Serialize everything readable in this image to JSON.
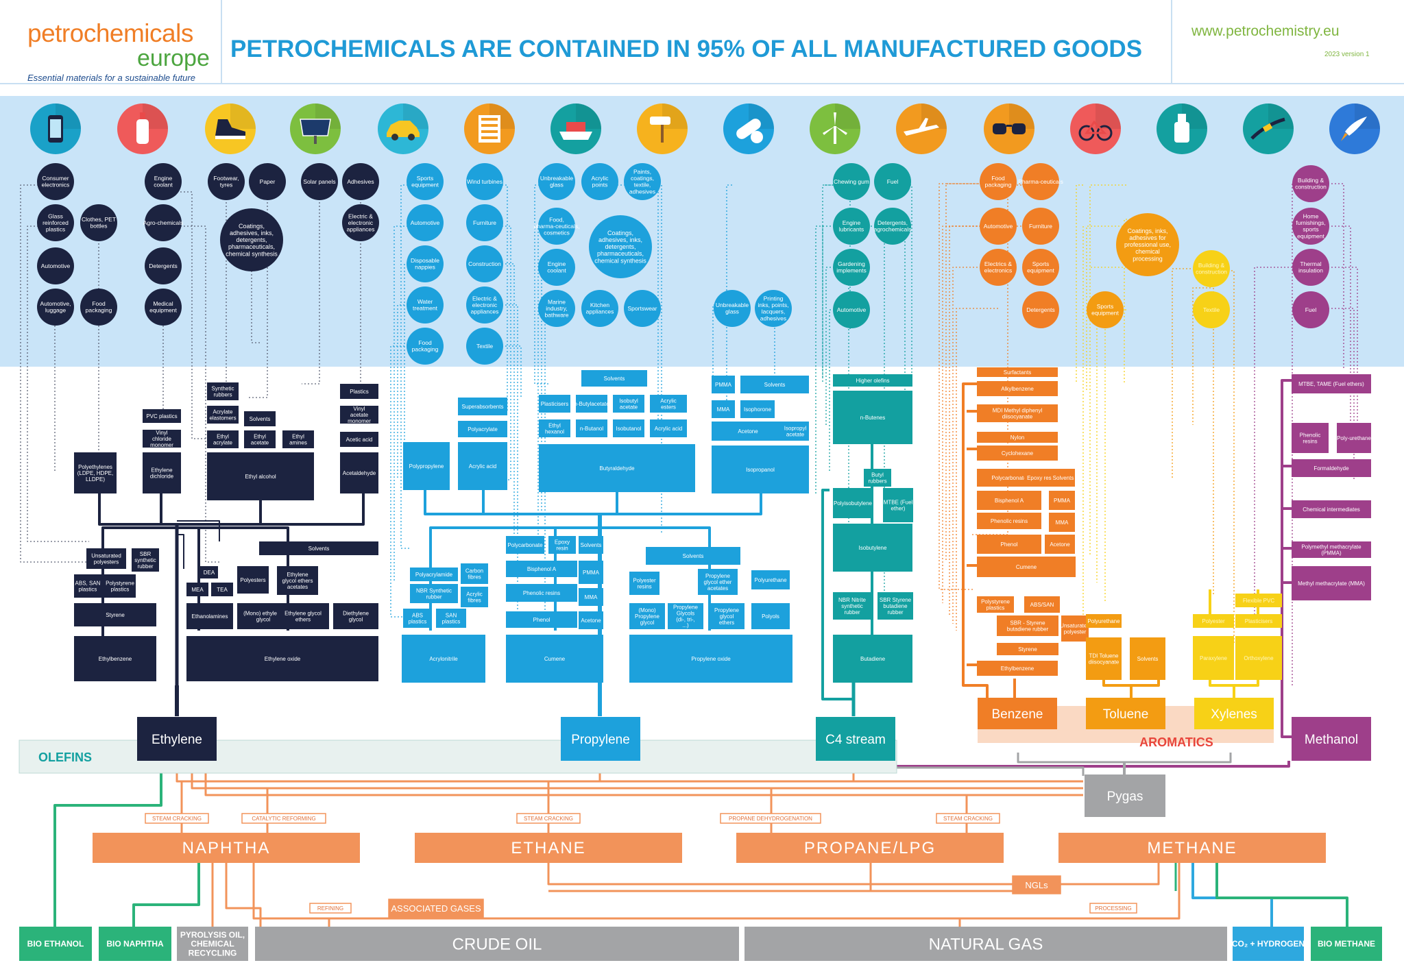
{
  "header": {
    "logo_line1": "petrochemicals",
    "logo_line2": "europe",
    "tagline": "Essential materials for a sustainable future",
    "title": "PETROCHEMICALS ARE CONTAINED IN 95% OF ALL MANUFACTURED GOODS",
    "url": "www.petrochemistry.eu",
    "version": "2023 version 1"
  },
  "colors": {
    "navy": "#1c2340",
    "blue": "#1da1dc",
    "teal": "#13a0a0",
    "orange": "#f07e26",
    "amber": "#f39c12",
    "yellow": "#f7d117",
    "purple": "#9e3f8a",
    "salmon": "#f2935a",
    "grey": "#a3a4a6",
    "green": "#2bb37a",
    "band": "#cfe6f7"
  },
  "icons": [
    "phone-icon",
    "bottle-icon",
    "sneaker-icon",
    "solar-panel-icon",
    "car-icon",
    "building-icon",
    "ship-icon",
    "paint-roller-icon",
    "pill-icon",
    "wind-turbine-icon",
    "airplane-icon",
    "glasses-icon",
    "bicycle-icon",
    "medicine-bottle-icon",
    "cable-icon",
    "rocket-icon"
  ],
  "apps": [
    {
      "text": "Consumer electronics",
      "c": "navy"
    },
    {
      "text": "Glass reinforced plastics",
      "c": "navy"
    },
    {
      "text": "Clothes, PET bottles",
      "c": "navy"
    },
    {
      "text": "Automotive",
      "c": "navy"
    },
    {
      "text": "Automotive, luggage",
      "c": "navy"
    },
    {
      "text": "Food packaging",
      "c": "navy"
    },
    {
      "text": "Engine coolant",
      "c": "navy"
    },
    {
      "text": "Agro-chemicals",
      "c": "navy"
    },
    {
      "text": "Detergents",
      "c": "navy"
    },
    {
      "text": "Medical equipment",
      "c": "navy"
    },
    {
      "text": "Footwear, tyres",
      "c": "navy"
    },
    {
      "text": "Paper",
      "c": "navy"
    },
    {
      "text": "Solar panels",
      "c": "navy"
    },
    {
      "text": "Adhesives",
      "c": "navy"
    },
    {
      "text": "Coatings, adhesives, inks, detergents, pharmaceuticals, chemical synthesis",
      "c": "navy"
    },
    {
      "text": "Electric & electronic appliances",
      "c": "navy"
    },
    {
      "text": "Sports equipment",
      "c": "blue"
    },
    {
      "text": "Automotive",
      "c": "blue"
    },
    {
      "text": "Disposable nappies",
      "c": "blue"
    },
    {
      "text": "Water treatment",
      "c": "blue"
    },
    {
      "text": "Food packaging",
      "c": "blue"
    },
    {
      "text": "Wind turbines",
      "c": "blue"
    },
    {
      "text": "Furniture",
      "c": "blue"
    },
    {
      "text": "Construction",
      "c": "blue"
    },
    {
      "text": "Electric & electronic appliances",
      "c": "blue"
    },
    {
      "text": "Textile",
      "c": "blue"
    },
    {
      "text": "Unbreakable glass",
      "c": "blue"
    },
    {
      "text": "Acrylic points",
      "c": "blue"
    },
    {
      "text": "Paints, coatings, textile, adhesives",
      "c": "blue"
    },
    {
      "text": "Food, pharma-ceuticals, cosmetics",
      "c": "blue"
    },
    {
      "text": "Coatings, adhesives, inks, detergents, pharmaceuticals, chemical synthesis",
      "c": "blue"
    },
    {
      "text": "Engine coolant",
      "c": "blue"
    },
    {
      "text": "Marine industry, bathware",
      "c": "blue"
    },
    {
      "text": "Kitchen appliances",
      "c": "blue"
    },
    {
      "text": "Sportswear",
      "c": "blue"
    },
    {
      "text": "Unbreakable glass",
      "c": "blue"
    },
    {
      "text": "Printing inks, points, lacquers, adhesives",
      "c": "blue"
    },
    {
      "text": "Chewing gum",
      "c": "teal"
    },
    {
      "text": "Fuel",
      "c": "teal"
    },
    {
      "text": "Engine lubricants",
      "c": "teal"
    },
    {
      "text": "Detergents, agrochemicals",
      "c": "teal"
    },
    {
      "text": "Gardening implements",
      "c": "teal"
    },
    {
      "text": "Automotive",
      "c": "teal"
    },
    {
      "text": "Food packaging",
      "c": "orange"
    },
    {
      "text": "Pharma-ceuticals",
      "c": "orange"
    },
    {
      "text": "Automotive",
      "c": "orange"
    },
    {
      "text": "Furniture",
      "c": "orange"
    },
    {
      "text": "Electrics & electronics",
      "c": "orange"
    },
    {
      "text": "Sports equipment",
      "c": "orange"
    },
    {
      "text": "Detergents",
      "c": "orange"
    },
    {
      "text": "Sports equipment",
      "c": "amber"
    },
    {
      "text": "Coatings, inks, adhesives for professional use, chemical processing",
      "c": "amber"
    },
    {
      "text": "Building & construction",
      "c": "yellow"
    },
    {
      "text": "Textile",
      "c": "yellow"
    },
    {
      "text": "Building & construction",
      "c": "purple"
    },
    {
      "text": "Home furnishings, sports equipment",
      "c": "purple"
    },
    {
      "text": "Thermal insulation",
      "c": "purple"
    },
    {
      "text": "Fuel",
      "c": "purple"
    }
  ],
  "products": [
    {
      "text": "Polyethylenes (LDPE, HDPE, LLDPE)",
      "c": "navy"
    },
    {
      "text": "PVC plastics",
      "c": "navy"
    },
    {
      "text": "Vinyl chloride monomer",
      "c": "navy"
    },
    {
      "text": "Ethylene dichloride",
      "c": "navy"
    },
    {
      "text": "Synthetic rubbers",
      "c": "navy"
    },
    {
      "text": "Acrylate elastomers",
      "c": "navy"
    },
    {
      "text": "Solvents",
      "c": "navy"
    },
    {
      "text": "Ethyl acrylate",
      "c": "navy"
    },
    {
      "text": "Ethyl acetate",
      "c": "navy"
    },
    {
      "text": "Ethyl amines",
      "c": "navy"
    },
    {
      "text": "Ethyl alcohol",
      "c": "navy"
    },
    {
      "text": "Plastics",
      "c": "navy"
    },
    {
      "text": "Vinyl acetate monomer",
      "c": "navy"
    },
    {
      "text": "Acetic acid",
      "c": "navy"
    },
    {
      "text": "Acetaldehyde",
      "c": "navy"
    },
    {
      "text": "Unsaturated polyesters",
      "c": "navy"
    },
    {
      "text": "SBR synthetic rubber",
      "c": "navy"
    },
    {
      "text": "ABS, SAN plastics",
      "c": "navy"
    },
    {
      "text": "Polystyrene plastics",
      "c": "navy"
    },
    {
      "text": "Styrene",
      "c": "navy"
    },
    {
      "text": "Ethylbenzene",
      "c": "navy"
    },
    {
      "text": "Solvents",
      "c": "navy"
    },
    {
      "text": "DEA",
      "c": "navy"
    },
    {
      "text": "MEA",
      "c": "navy"
    },
    {
      "text": "TEA",
      "c": "navy"
    },
    {
      "text": "Ethanolamines",
      "c": "navy"
    },
    {
      "text": "Polyesters",
      "c": "navy"
    },
    {
      "text": "Ethylene glycol ethers acetates",
      "c": "navy"
    },
    {
      "text": "(Mono) ethylene glycol",
      "c": "navy"
    },
    {
      "text": "Ethylene glycol ethers",
      "c": "navy"
    },
    {
      "text": "Diethylene glycol",
      "c": "navy"
    },
    {
      "text": "Ethylene oxide",
      "c": "navy"
    },
    {
      "text": "Polypropylene",
      "c": "blue"
    },
    {
      "text": "Superabsorbents",
      "c": "blue"
    },
    {
      "text": "Polyacrylate",
      "c": "blue"
    },
    {
      "text": "Acrylic acid",
      "c": "blue"
    },
    {
      "text": "Solvents",
      "c": "blue"
    },
    {
      "text": "Plasticisers",
      "c": "blue"
    },
    {
      "text": "n-Butylacetate",
      "c": "blue"
    },
    {
      "text": "Isobutyl acetate",
      "c": "blue"
    },
    {
      "text": "Acrylic esters",
      "c": "blue"
    },
    {
      "text": "Ethyl hexanol",
      "c": "blue"
    },
    {
      "text": "n-Butanol",
      "c": "blue"
    },
    {
      "text": "Isobutanol",
      "c": "blue"
    },
    {
      "text": "Acrylic acid",
      "c": "blue"
    },
    {
      "text": "Butyraldehyde",
      "c": "blue"
    },
    {
      "text": "PMMA",
      "c": "blue"
    },
    {
      "text": "Solvents",
      "c": "blue"
    },
    {
      "text": "MMA",
      "c": "blue"
    },
    {
      "text": "Isophorone",
      "c": "blue"
    },
    {
      "text": "Acetone",
      "c": "blue"
    },
    {
      "text": "Isopropyl acetate",
      "c": "blue"
    },
    {
      "text": "Isopropanol",
      "c": "blue"
    },
    {
      "text": "Polyacrylamide",
      "c": "blue"
    },
    {
      "text": "Carbon fibres",
      "c": "blue"
    },
    {
      "text": "NBR Synthetic rubber",
      "c": "blue"
    },
    {
      "text": "Acrylic fibres",
      "c": "blue"
    },
    {
      "text": "ABS plastics",
      "c": "blue"
    },
    {
      "text": "SAN plastics",
      "c": "blue"
    },
    {
      "text": "Acrylonitrile",
      "c": "blue"
    },
    {
      "text": "Polycarbonate",
      "c": "blue"
    },
    {
      "text": "Epoxy resin",
      "c": "blue"
    },
    {
      "text": "Solvents",
      "c": "blue"
    },
    {
      "text": "Bisphenol A",
      "c": "blue"
    },
    {
      "text": "PMMA",
      "c": "blue"
    },
    {
      "text": "Phenolic resins",
      "c": "blue"
    },
    {
      "text": "MMA",
      "c": "blue"
    },
    {
      "text": "Phenol",
      "c": "blue"
    },
    {
      "text": "Acetone",
      "c": "blue"
    },
    {
      "text": "Cumene",
      "c": "blue"
    },
    {
      "text": "Solvents",
      "c": "blue"
    },
    {
      "text": "Polyester resins",
      "c": "blue"
    },
    {
      "text": "Propylene glycol ether acetates",
      "c": "blue"
    },
    {
      "text": "Polyurethane",
      "c": "blue"
    },
    {
      "text": "(Mono) Propylene glycol",
      "c": "blue"
    },
    {
      "text": "Propylene Glycols (di-, tri-, ...)",
      "c": "blue"
    },
    {
      "text": "Propylene glycol ethers",
      "c": "blue"
    },
    {
      "text": "Polyols",
      "c": "blue"
    },
    {
      "text": "Propylene oxide",
      "c": "blue"
    },
    {
      "text": "Higher olefins",
      "c": "teal"
    },
    {
      "text": "n-Butenes",
      "c": "teal"
    },
    {
      "text": "Butyl rubbers",
      "c": "teal"
    },
    {
      "text": "Polyisobutylene",
      "c": "teal"
    },
    {
      "text": "MTBE (Fuel ether)",
      "c": "teal"
    },
    {
      "text": "Isobutylene",
      "c": "teal"
    },
    {
      "text": "NBR Nitrite synthetic rubber",
      "c": "teal"
    },
    {
      "text": "SBR Styrene butadiene rubber",
      "c": "teal"
    },
    {
      "text": "Butadiene",
      "c": "teal"
    },
    {
      "text": "Surfactants",
      "c": "orange"
    },
    {
      "text": "Alkylbenzene",
      "c": "orange"
    },
    {
      "text": "MDI Methyl diphenyl diisocyanate",
      "c": "orange"
    },
    {
      "text": "Nylon",
      "c": "orange"
    },
    {
      "text": "Cyclohexane",
      "c": "orange"
    },
    {
      "text": "Polycarbonate",
      "c": "orange"
    },
    {
      "text": "Epoxy resin",
      "c": "orange"
    },
    {
      "text": "Solvents",
      "c": "orange"
    },
    {
      "text": "Bisphenol A",
      "c": "orange"
    },
    {
      "text": "PMMA",
      "c": "orange"
    },
    {
      "text": "Phenolic resins",
      "c": "orange"
    },
    {
      "text": "MMA",
      "c": "orange"
    },
    {
      "text": "Phenol",
      "c": "orange"
    },
    {
      "text": "Acetone",
      "c": "orange"
    },
    {
      "text": "Cumene",
      "c": "orange"
    },
    {
      "text": "Polystyrene plastics",
      "c": "orange"
    },
    {
      "text": "ABS/SAN",
      "c": "orange"
    },
    {
      "text": "SBR - Styrene butadiene rubber",
      "c": "orange"
    },
    {
      "text": "Unsaturated polyester",
      "c": "orange"
    },
    {
      "text": "Styrene",
      "c": "orange"
    },
    {
      "text": "Ethylbenzene",
      "c": "orange"
    },
    {
      "text": "Polyurethane",
      "c": "amber"
    },
    {
      "text": "TDI Toluene diisocyanate",
      "c": "amber"
    },
    {
      "text": "Solvents",
      "c": "amber"
    },
    {
      "text": "Flexible PVC",
      "c": "yellow"
    },
    {
      "text": "Polyester",
      "c": "yellow"
    },
    {
      "text": "Plasticisers",
      "c": "yellow"
    },
    {
      "text": "Paraxylene",
      "c": "yellow"
    },
    {
      "text": "Orthoxylene",
      "c": "yellow"
    },
    {
      "text": "MTBE, TAME (Fuel ethers)",
      "c": "purple"
    },
    {
      "text": "Phenolic resins",
      "c": "purple"
    },
    {
      "text": "Poly-urethane",
      "c": "purple"
    },
    {
      "text": "Formaldehyde",
      "c": "purple"
    },
    {
      "text": "Chemical intermediates",
      "c": "purple"
    },
    {
      "text": "Polymethyl methacrylate (PMMA)",
      "c": "purple"
    },
    {
      "text": "Methyl methacrylate (MMA)",
      "c": "purple"
    }
  ],
  "base_chemicals": [
    {
      "text": "Ethylene",
      "c": "navy"
    },
    {
      "text": "Propylene",
      "c": "blue"
    },
    {
      "text": "C4 stream",
      "c": "teal"
    },
    {
      "text": "Benzene",
      "c": "orange"
    },
    {
      "text": "Toluene",
      "c": "amber"
    },
    {
      "text": "Xylenes",
      "c": "yellow"
    },
    {
      "text": "Methanol",
      "c": "purple"
    },
    {
      "text": "Pygas",
      "c": "grey"
    }
  ],
  "group_labels": {
    "olefins": "OLEFINS",
    "aromatics": "AROMATICS"
  },
  "process_labels": [
    "STEAM CRACKING",
    "CATALYTIC REFORMING",
    "STEAM CRACKING",
    "PROPANE DEHYDROGENATION",
    "STEAM CRACKING",
    "REFINING",
    "ASSOCIATED GASES",
    "NGLs",
    "PROCESSING"
  ],
  "feedstocks": [
    "NAPHTHA",
    "ETHANE",
    "PROPANE/LPG",
    "METHANE"
  ],
  "sources": [
    "BIO ETHANOL",
    "BIO NAPHTHA",
    "PYROLYSIS OIL, CHEMICAL RECYCLING",
    "CRUDE OIL",
    "NATURAL GAS",
    "CO₂ + HYDROGEN",
    "BIO METHANE"
  ]
}
